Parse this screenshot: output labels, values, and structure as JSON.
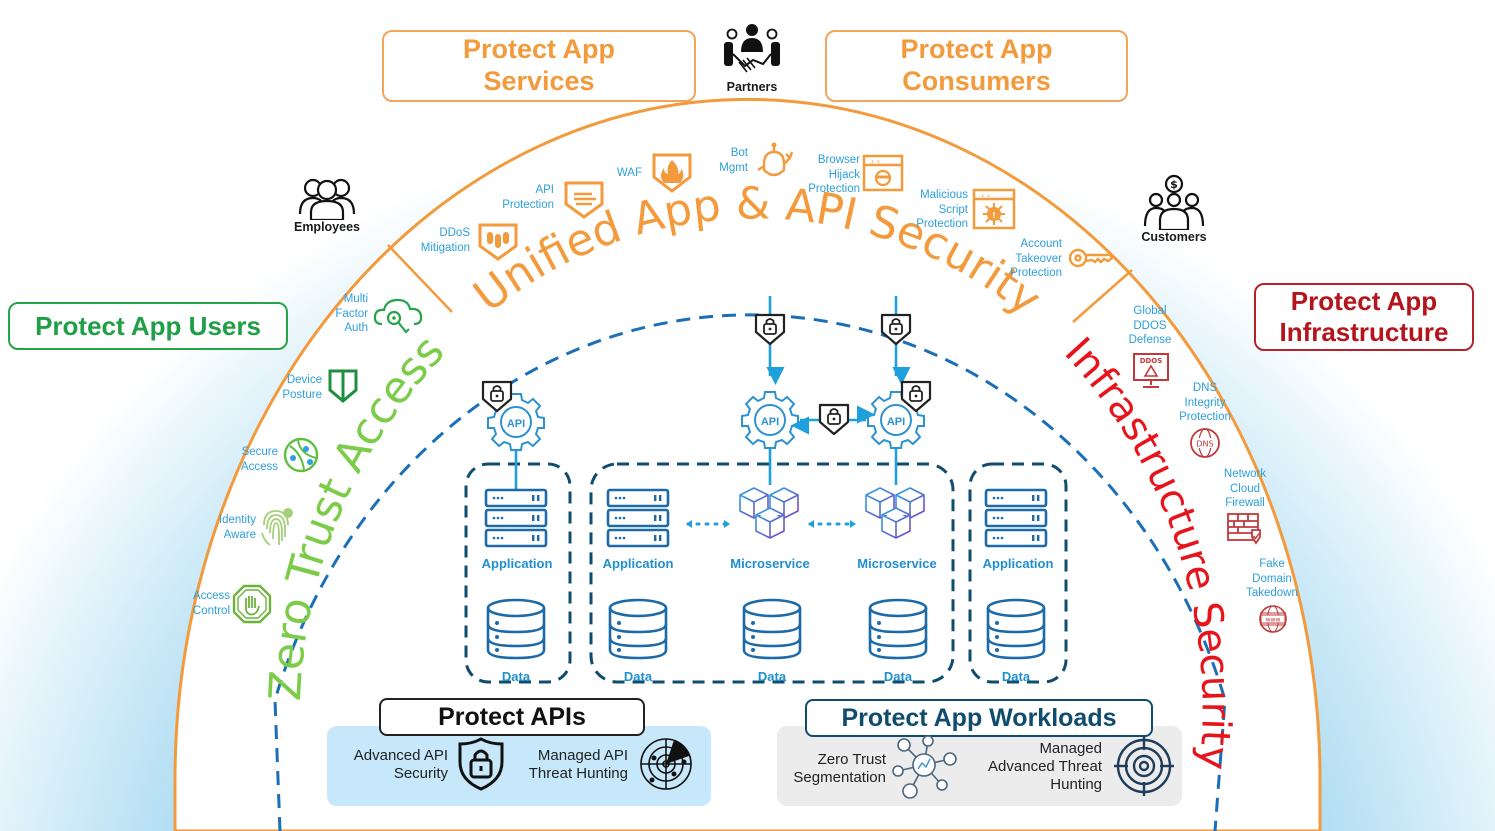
{
  "title_boxes": {
    "app_services": "Protect App\nServices",
    "app_consumers": "Protect App\nConsumers",
    "app_users": "Protect App Users",
    "app_infrastructure": "Protect App\nInfrastructure"
  },
  "personas": {
    "partners": "Partners",
    "employees": "Employees",
    "customers": "Customers"
  },
  "arc_labels": {
    "unified": "Unified App & API Security",
    "zero_trust": "Zero Trust Access",
    "infrastructure": "Infrastructure Security"
  },
  "app_api_features": [
    {
      "id": "ddos-mitigation",
      "label": "DDoS\nMitigation",
      "icon": "ddos-shield-icon"
    },
    {
      "id": "api-protection",
      "label": "API\nProtection",
      "icon": "api-shield-icon"
    },
    {
      "id": "waf",
      "label": "WAF",
      "icon": "fire-shield-icon"
    },
    {
      "id": "bot-mgmt",
      "label": "Bot\nMgmt",
      "icon": "robot-icon"
    },
    {
      "id": "browser-hijack",
      "label": "Browser\nHijack\nProtection",
      "icon": "browser-mask-icon"
    },
    {
      "id": "malicious-script",
      "label": "Malicious\nScript\nProtection",
      "icon": "browser-bug-icon"
    },
    {
      "id": "account-takeover",
      "label": "Account\nTakeover\nProtection",
      "icon": "key-icon"
    }
  ],
  "zero_trust_features": [
    {
      "id": "mfa",
      "label": "Multi\nFactor\nAuth",
      "icon": "cloud-key-icon"
    },
    {
      "id": "device-posture",
      "label": "Device\nPosture",
      "icon": "shield-icon"
    },
    {
      "id": "secure-access",
      "label": "Secure\nAccess",
      "icon": "network-globe-icon"
    },
    {
      "id": "identity-aware",
      "label": "Identity\nAware",
      "icon": "fingerprint-icon"
    },
    {
      "id": "access-control",
      "label": "Access\nControl",
      "icon": "stop-hand-icon"
    }
  ],
  "infra_features": [
    {
      "id": "global-ddos",
      "label": "Global\nDDOS\nDefense",
      "icon": "ddos-monitor-icon",
      "badge": "DDOS"
    },
    {
      "id": "dns-integrity",
      "label": "DNS\nIntegrity\nProtection",
      "icon": "dns-globe-icon",
      "badge": "DNS"
    },
    {
      "id": "cloud-firewall",
      "label": "Network\nCloud\nFirewall",
      "icon": "firewall-icon"
    },
    {
      "id": "fake-domain",
      "label": "Fake\nDomain\nTakedown",
      "icon": "www-globe-icon",
      "badge": "www"
    }
  ],
  "architecture": {
    "api_label": "API",
    "components": [
      {
        "type": "application",
        "label": "Application",
        "data_label": "Data"
      },
      {
        "type": "application",
        "label": "Application",
        "data_label": "Data"
      },
      {
        "type": "microservice",
        "label": "Microservice",
        "data_label": "Data"
      },
      {
        "type": "microservice",
        "label": "Microservice",
        "data_label": "Data"
      },
      {
        "type": "application",
        "label": "Application",
        "data_label": "Data"
      }
    ]
  },
  "protect_apis": {
    "title": "Protect APIs",
    "items": [
      {
        "label": "Advanced API\nSecurity",
        "icon": "lock-shield-icon"
      },
      {
        "label": "Managed API\nThreat Hunting",
        "icon": "radar-icon"
      }
    ]
  },
  "protect_workloads": {
    "title": "Protect App Workloads",
    "items": [
      {
        "label": "Zero Trust\nSegmentation",
        "icon": "segmentation-network-icon"
      },
      {
        "label": "Managed\nAdvanced Threat\nHunting",
        "icon": "crosshair-target-icon"
      }
    ]
  },
  "colors": {
    "orange": "#f39a3c",
    "green": "#1fa047",
    "light_green": "#7ccc4a",
    "red": "#e8141c",
    "dark_red": "#b4141c",
    "blue_text": "#2d9fdc",
    "dashed_blue": "#1a6fb8",
    "navy": "#0f4c6e",
    "sky": "#b6e0f4"
  }
}
